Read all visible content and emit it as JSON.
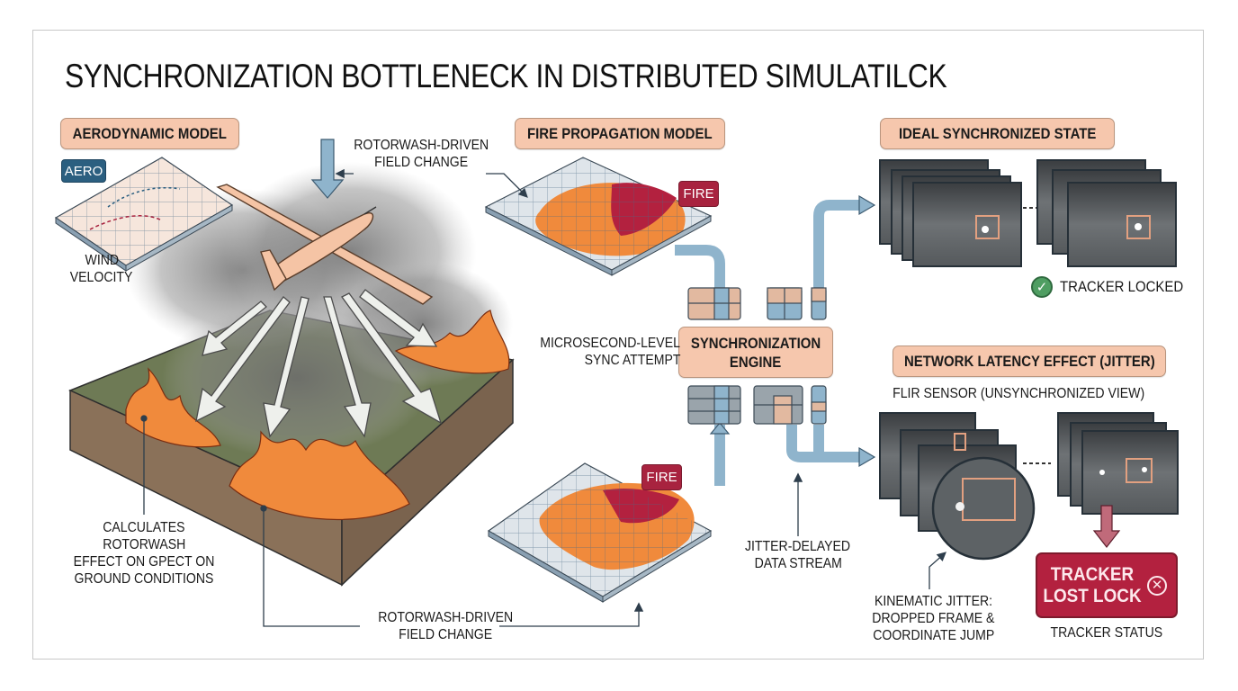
{
  "title": "SYNCHRONIZATION BOTTLENECK IN DISTRIBUTED SIMULATILCK",
  "sections": {
    "aero": {
      "header": "AERODYNAMIC MODEL",
      "badge": "AERO",
      "caption_line1": "WIND",
      "caption_line2": "VELOCITY"
    },
    "fire": {
      "header": "FIRE PROPAGATION MODEL",
      "badge": "FIRE",
      "badge_bottom": "FIRE"
    },
    "ideal": {
      "header": "IDEAL SYNCHRONIZED STATE",
      "status": "TRACKER LOCKED",
      "status_icon": "check-circle-icon"
    },
    "jitter": {
      "header": "NETWORK LATENCY EFFECT (JITTER)",
      "subheader": "FLIR SENSOR (UNSYNCHRONIZED VIEW)",
      "status_line1": "TRACKER",
      "status_line2": "LOST LOCK",
      "status_icon": "x-circle-icon",
      "status_caption": "TRACKER STATUS"
    },
    "engine": {
      "line1": "SYNCHRONIZATION",
      "line2": "ENGINE"
    }
  },
  "annotations": {
    "rotorwash_top": {
      "line1": "ROTORWASH-DRIVEN",
      "line2": "FIELD CHANGE"
    },
    "rotorwash_bottom": {
      "line1": "ROTORWASH-DRIVEN",
      "line2": "FIELD CHANGE"
    },
    "microsecond": {
      "line1": "MICROSECOND-LEVEL",
      "line2": "SYNC ATTEMPT"
    },
    "jitter_stream": {
      "line1": "JITTER-DELAYED",
      "line2": "DATA STREAM"
    },
    "calculates": {
      "line1": "CALCULATES",
      "line2": "ROTORWASH",
      "line3": "EFFECT ON GPECT ON",
      "line4": "GROUND CONDITIONS"
    },
    "kinematic": {
      "line1": "KINEMATIC JITTER:",
      "line2": "DROPPED FRAME &",
      "line3": "COORDINATE JUMP"
    }
  },
  "colors": {
    "header_fill": "#f6c7ad",
    "aero_badge": "#2b5f80",
    "fire_badge": "#a8233f",
    "pipe": "#8fb4cc",
    "fire_orange": "#f08a3c",
    "fire_red": "#b3213f",
    "terrain_top": "#6e7a55",
    "terrain_side": "#8a7159",
    "tracker_ok": "#4f9e62"
  }
}
